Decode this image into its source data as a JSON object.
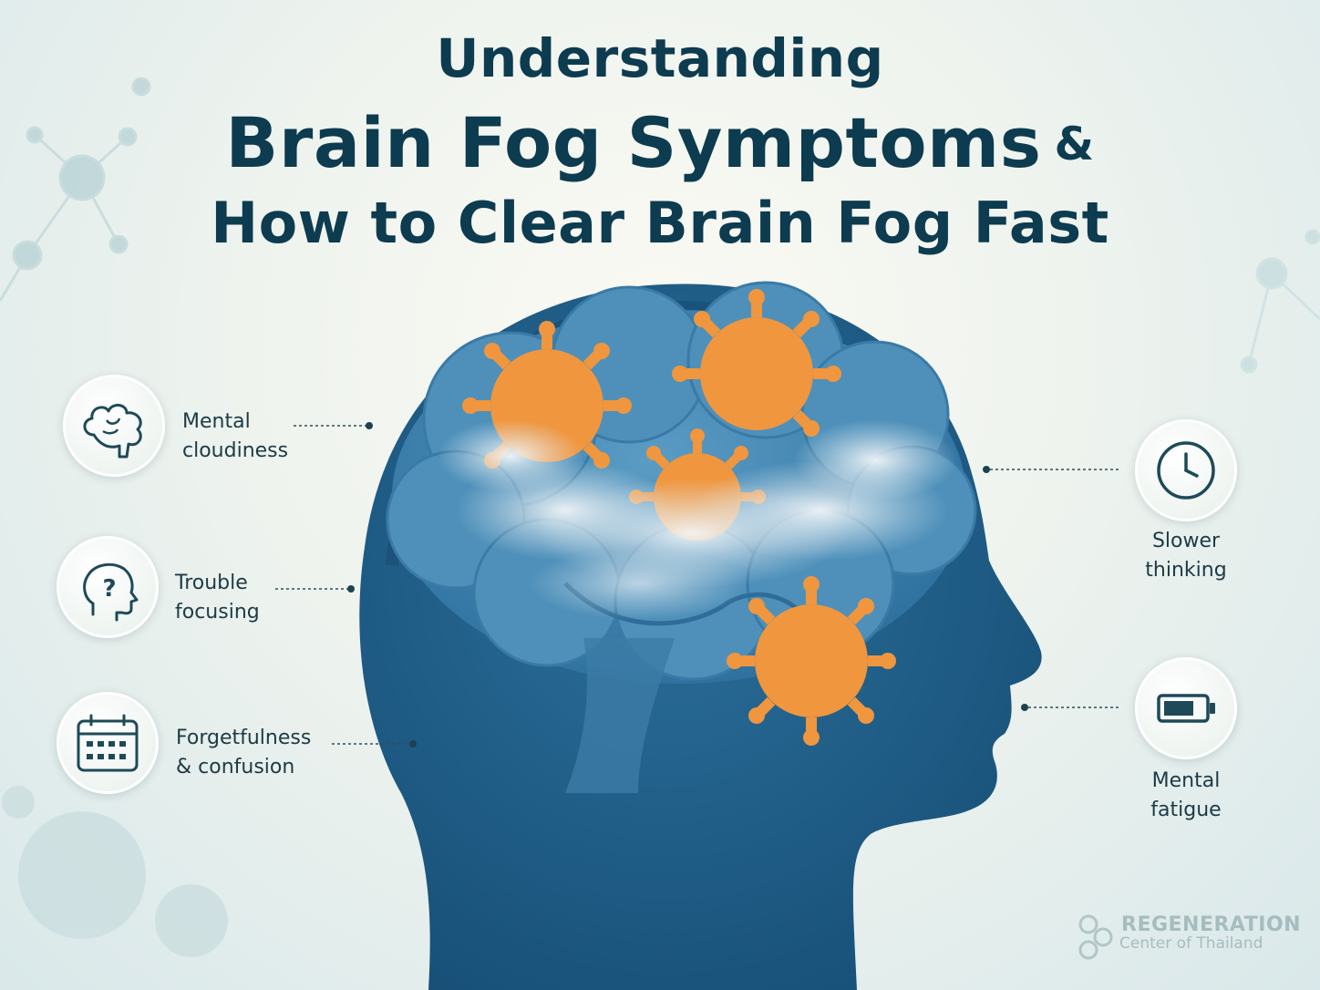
{
  "title": {
    "line1": "Understanding",
    "line2": "Brain Fog Symptoms",
    "amp": "&",
    "line3": "How to Clear Brain Fog Fast"
  },
  "symptoms_left": [
    {
      "line1": "Mental",
      "line2": "cloudiness",
      "icon": "brain-icon"
    },
    {
      "line1": "Trouble",
      "line2": "focusing",
      "icon": "head-question-icon"
    },
    {
      "line1": "Forgetfulness",
      "line2": "& confusion",
      "icon": "calendar-icon"
    }
  ],
  "symptoms_right": [
    {
      "line1": "Slower",
      "line2": "thinking",
      "icon": "clock-icon"
    },
    {
      "line1": "Mental",
      "line2": "fatigue",
      "icon": "battery-icon"
    }
  ],
  "watermark": {
    "name": "REGENERATION",
    "sub": "Center of Thailand"
  },
  "colors": {
    "title": "#0d3b4f",
    "head": "#1f5d86",
    "brain": "#3f85b0",
    "virus": "#f0963e",
    "accent": "#2f6a74"
  }
}
